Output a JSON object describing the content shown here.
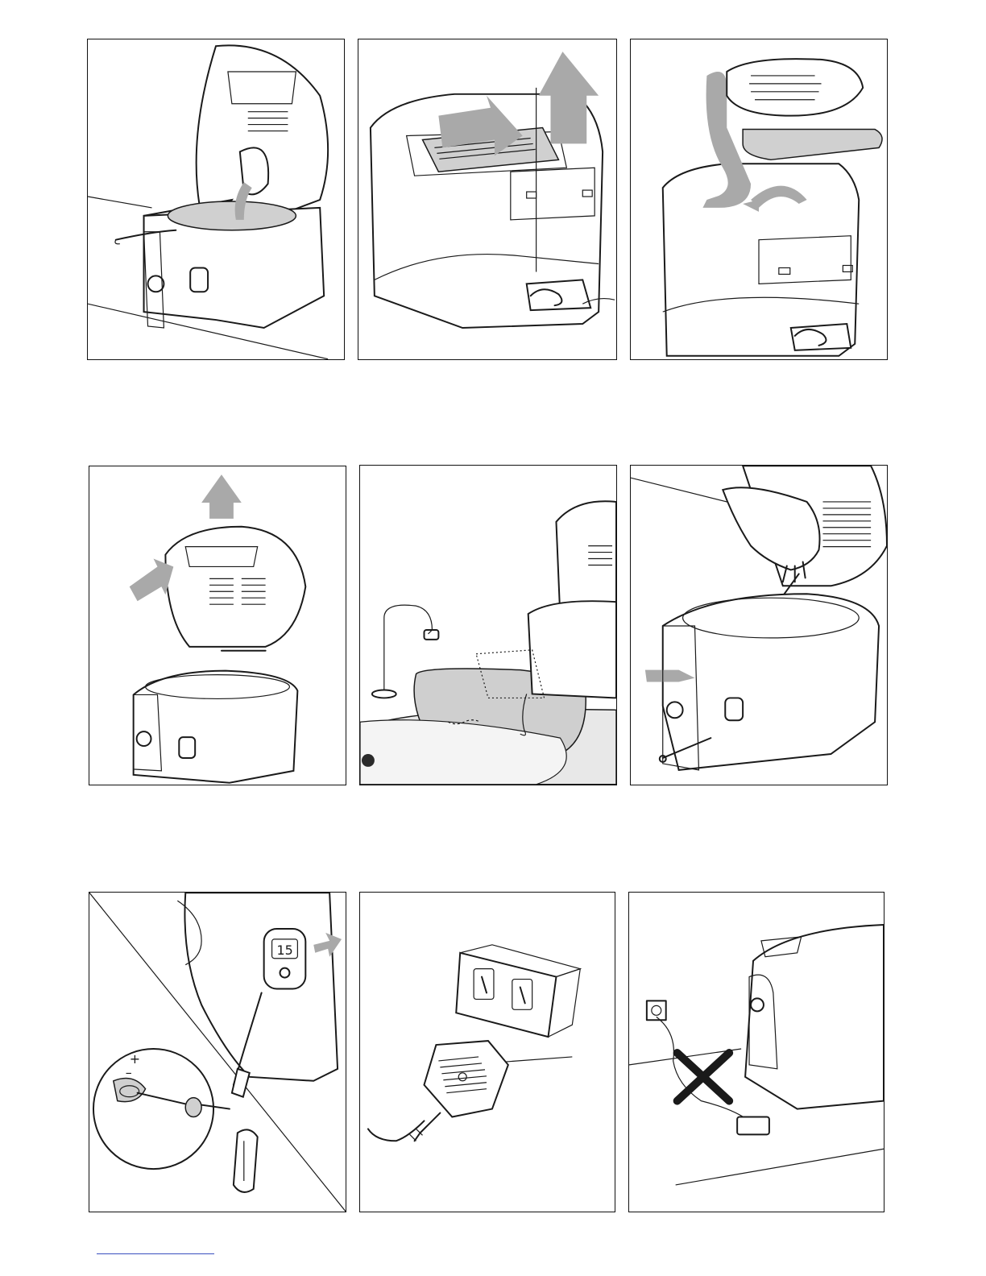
{
  "panels": [
    {
      "id": "p1",
      "name": "fill-oil-panel"
    },
    {
      "id": "p2",
      "name": "remove-lid-filter-panel"
    },
    {
      "id": "p3",
      "name": "replace-filter-panel"
    },
    {
      "id": "p4",
      "name": "remove-lid-panel"
    },
    {
      "id": "p5",
      "name": "drain-oil-sink-panel"
    },
    {
      "id": "p6",
      "name": "clean-with-brush-panel"
    },
    {
      "id": "p7",
      "name": "timer-battery-panel"
    },
    {
      "id": "p8",
      "name": "magnetic-plug-panel"
    },
    {
      "id": "p9",
      "name": "cord-warning-panel"
    }
  ],
  "timer_display": "15",
  "battery_symbols": {
    "plus": "+",
    "minus": "–"
  },
  "colors": {
    "arrow": "#a9a9a9",
    "ink": "#1a1a1a",
    "footer_line": "#3a4fbf"
  },
  "icons": [
    "up-arrow-icon",
    "right-arrow-icon",
    "curved-arrow-icon",
    "cross-mark-icon",
    "wall-socket-icon",
    "faucet-icon"
  ]
}
